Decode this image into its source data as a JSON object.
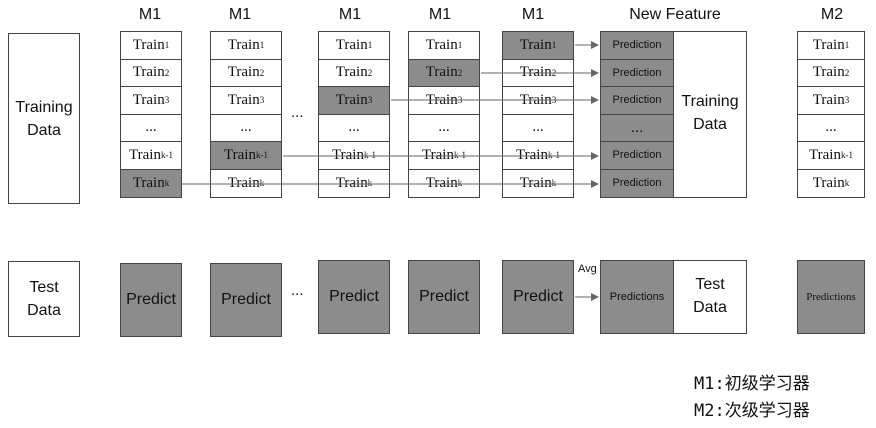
{
  "headers": [
    "M1",
    "M1",
    "M1",
    "M1",
    "M1",
    "New Feature",
    "M2"
  ],
  "left": {
    "training": [
      "Training",
      "Data"
    ],
    "test": [
      "Test",
      "Data"
    ]
  },
  "train_rows": [
    {
      "base": "Train",
      "sub": "1"
    },
    {
      "base": "Train",
      "sub": "2"
    },
    {
      "base": "Train",
      "sub": "3"
    },
    {
      "base": "...",
      "sub": ""
    },
    {
      "base": "Train",
      "sub": "k-1"
    },
    {
      "base": "Train",
      "sub": "k"
    }
  ],
  "ellipsis": "...",
  "predict_label": "Predict",
  "new_feature": {
    "prediction_label": "Prediction",
    "ellipsis": "...",
    "training_data": [
      "Training",
      "Data"
    ],
    "predictions_label": "Predictions",
    "test_data": [
      "Test",
      "Data"
    ],
    "avg_label": "Avg"
  },
  "m2_predictions_label": "Predictions",
  "notes": [
    "M1:初级学习器",
    "M2:次级学习器"
  ]
}
